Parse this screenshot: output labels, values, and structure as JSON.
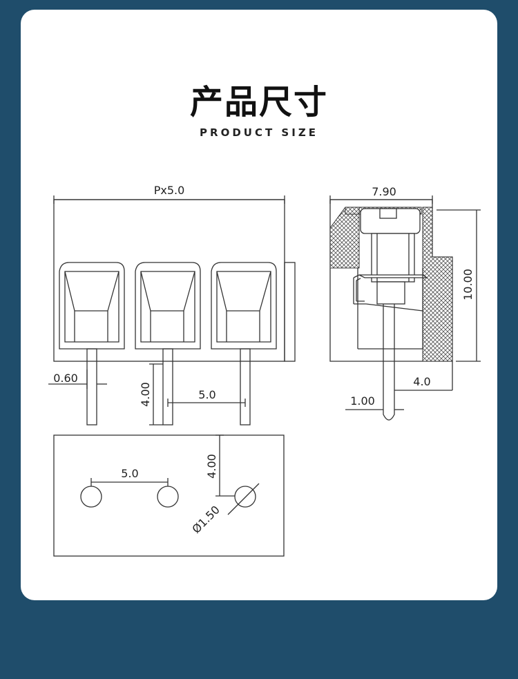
{
  "header": {
    "title": "产品尺寸",
    "subtitle": "PRODUCT SIZE"
  },
  "front_view": {
    "pitch_total_label": "Px5.0",
    "pin_width_label": "0.60",
    "pin_length_label": "4.00",
    "pin_pitch_label": "5.0"
  },
  "side_view": {
    "width_label": "7.90",
    "height_label": "10.00",
    "offset_label": "4.0",
    "pin_dia_label": "1.00"
  },
  "bottom_view": {
    "pitch_label": "5.0",
    "row_offset_label": "4.00",
    "hole_dia_label": "Ø1.50"
  },
  "colors": {
    "background": "#1f4d6b",
    "card": "#ffffff",
    "line": "#333333"
  }
}
